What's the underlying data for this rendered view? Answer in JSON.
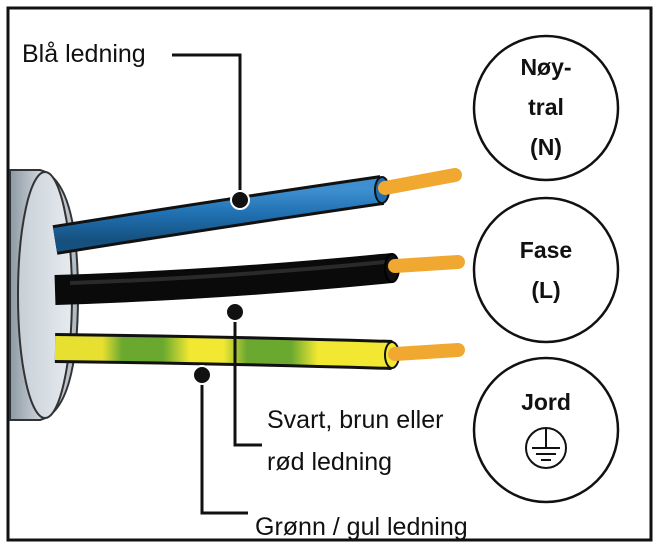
{
  "labels": {
    "blue_wire": "Blå ledning",
    "black_wire_line1": "Svart, brun eller",
    "black_wire_line2": "rød ledning",
    "green_wire": "Grønn / gul ledning"
  },
  "terminals": {
    "neutral": {
      "line1": "Nøy-",
      "line2": "tral",
      "line3": "(N)"
    },
    "phase": {
      "line1": "Fase",
      "line2": "(L)"
    },
    "earth": {
      "line1": "Jord",
      "symbol": "earth-ground-icon"
    }
  },
  "colors": {
    "blue_wire": "#1f6fb0",
    "black_wire": "#0a0a0a",
    "green_wire": "#6aa830",
    "yellow_stripe": "#f2e832",
    "copper_tip": "#f0a830",
    "cable_sheath": "#b9c3cc"
  }
}
